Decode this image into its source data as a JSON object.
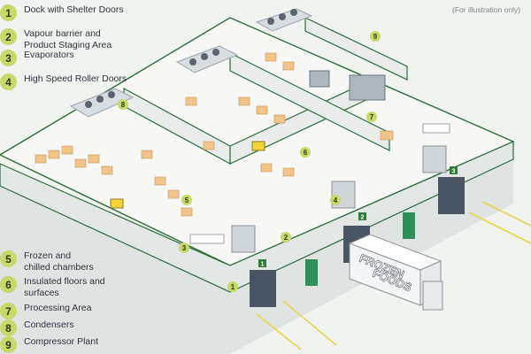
{
  "note": "(For illustration only)",
  "legend": [
    {
      "num": "1",
      "label": "Dock with Shelter Doors"
    },
    {
      "num": "2",
      "label": "Vapour barrier and\nProduct Staging Area"
    },
    {
      "num": "3",
      "label": "Evaporators"
    },
    {
      "num": "4",
      "label": "High Speed Roller Doors"
    },
    {
      "num": "5",
      "label": "Frozen and\nchilled chambers"
    },
    {
      "num": "6",
      "label": "Insulated floors and\nsurfaces"
    },
    {
      "num": "7",
      "label": "Processing Area"
    },
    {
      "num": "8",
      "label": "Condensers"
    },
    {
      "num": "9",
      "label": "Compressor Plant"
    }
  ],
  "markers": [
    "1",
    "2",
    "3",
    "4",
    "5",
    "6",
    "7",
    "8",
    "9"
  ],
  "dock_door_numbers": [
    "1",
    "2",
    "3"
  ],
  "truck_text": [
    "FROZEN",
    "FOODS"
  ],
  "colors": {
    "accent": "#c7d968",
    "frame": "#2e6b3b",
    "door_green": "#2f8f5a",
    "wall": "#e9ecea",
    "floor": "#f7f8f6"
  }
}
